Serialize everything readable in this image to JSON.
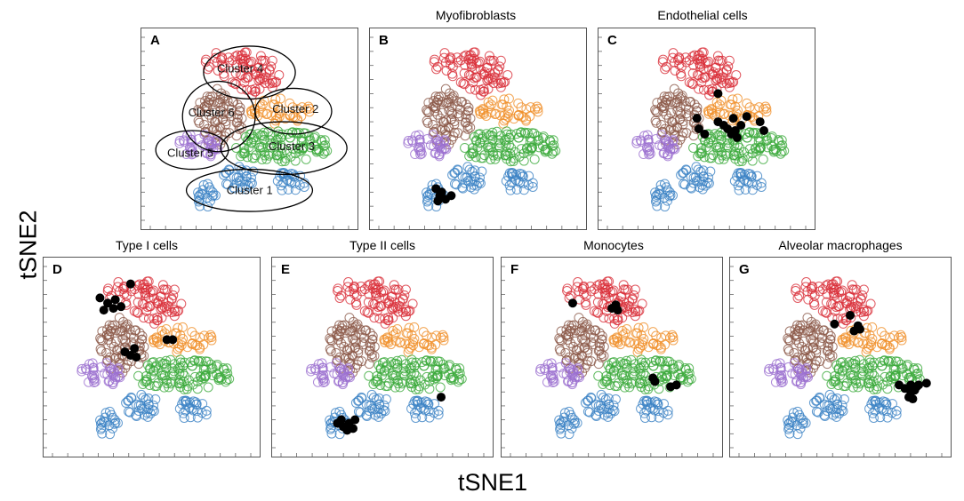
{
  "figure": {
    "xlabel": "tSNE1",
    "ylabel": "tSNE2"
  },
  "colors": {
    "cluster1": "#3b82c4",
    "cluster2": "#f0902a",
    "cluster3": "#3caa3c",
    "cluster4": "#d9303a",
    "cluster5": "#9b6fcf",
    "cluster6": "#8c5a4a",
    "marker": "#000000"
  },
  "chart_data": [
    {
      "panel": "A",
      "type": "scatter",
      "title": "",
      "cluster_labels": [
        "Cluster 4",
        "Cluster 6",
        "Cluster 2",
        "Cluster 5",
        "Cluster 3",
        "Cluster 1"
      ],
      "highlighted_cells": []
    },
    {
      "panel": "B",
      "type": "scatter",
      "title": "Myofibroblasts",
      "highlighted_cells": [
        [
          0.28,
          0.16
        ],
        [
          0.3,
          0.12
        ],
        [
          0.33,
          0.1
        ],
        [
          0.36,
          0.12
        ],
        [
          0.29,
          0.09
        ],
        [
          0.31,
          0.14
        ]
      ]
    },
    {
      "panel": "C",
      "type": "scatter",
      "title": "Endothelial cells",
      "highlighted_cells": [
        [
          0.56,
          0.7
        ],
        [
          0.45,
          0.56
        ],
        [
          0.46,
          0.5
        ],
        [
          0.49,
          0.47
        ],
        [
          0.56,
          0.54
        ],
        [
          0.59,
          0.52
        ],
        [
          0.61,
          0.5
        ],
        [
          0.63,
          0.47
        ],
        [
          0.65,
          0.49
        ],
        [
          0.68,
          0.52
        ],
        [
          0.71,
          0.57
        ],
        [
          0.78,
          0.54
        ],
        [
          0.8,
          0.49
        ],
        [
          0.64,
          0.56
        ],
        [
          0.66,
          0.45
        ]
      ]
    },
    {
      "panel": "D",
      "type": "scatter",
      "title": "Type I cells",
      "highlighted_cells": [
        [
          0.39,
          0.92
        ],
        [
          0.23,
          0.84
        ],
        [
          0.27,
          0.81
        ],
        [
          0.31,
          0.83
        ],
        [
          0.25,
          0.77
        ],
        [
          0.3,
          0.78
        ],
        [
          0.34,
          0.79
        ],
        [
          0.58,
          0.6
        ],
        [
          0.61,
          0.6
        ],
        [
          0.36,
          0.53
        ],
        [
          0.39,
          0.51
        ],
        [
          0.42,
          0.5
        ],
        [
          0.41,
          0.55
        ]
      ]
    },
    {
      "panel": "E",
      "type": "scatter",
      "title": "Type II cells",
      "highlighted_cells": [
        [
          0.8,
          0.27
        ],
        [
          0.27,
          0.12
        ],
        [
          0.3,
          0.1
        ],
        [
          0.33,
          0.12
        ],
        [
          0.36,
          0.14
        ],
        [
          0.29,
          0.14
        ],
        [
          0.32,
          0.08
        ],
        [
          0.35,
          0.09
        ]
      ]
    },
    {
      "panel": "F",
      "type": "scatter",
      "title": "Monocytes",
      "highlighted_cells": [
        [
          0.3,
          0.81
        ],
        [
          0.5,
          0.78
        ],
        [
          0.53,
          0.77
        ],
        [
          0.52,
          0.8
        ],
        [
          0.71,
          0.38
        ],
        [
          0.72,
          0.36
        ],
        [
          0.8,
          0.33
        ],
        [
          0.83,
          0.34
        ]
      ]
    },
    {
      "panel": "G",
      "type": "scatter",
      "title": "Alveolar macrophages",
      "highlighted_cells": [
        [
          0.55,
          0.74
        ],
        [
          0.47,
          0.69
        ],
        [
          0.59,
          0.68
        ],
        [
          0.57,
          0.65
        ],
        [
          0.6,
          0.66
        ],
        [
          0.8,
          0.34
        ],
        [
          0.83,
          0.32
        ],
        [
          0.86,
          0.3
        ],
        [
          0.88,
          0.31
        ],
        [
          0.9,
          0.34
        ],
        [
          0.94,
          0.35
        ],
        [
          0.85,
          0.27
        ],
        [
          0.87,
          0.26
        ],
        [
          0.89,
          0.33
        ],
        [
          0.86,
          0.34
        ]
      ]
    }
  ]
}
